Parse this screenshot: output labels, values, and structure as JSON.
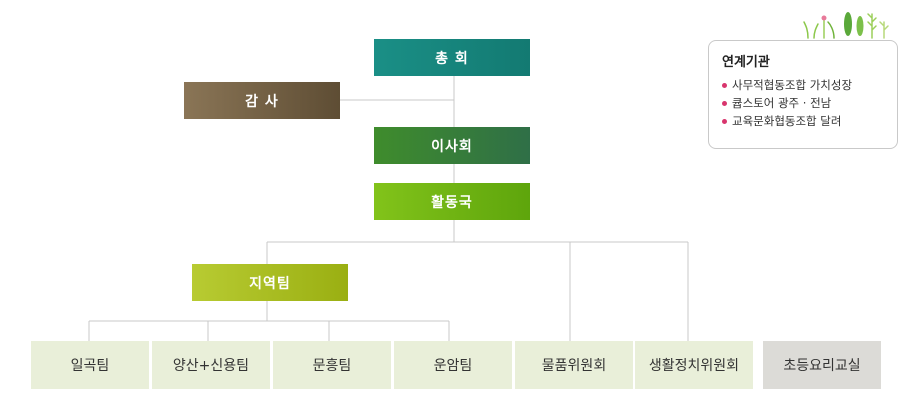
{
  "chart": {
    "general_assembly": "총 회",
    "audit": "감 사",
    "board": "이사회",
    "activity_dept": "활동국",
    "regional_team": "지역팀"
  },
  "teams": [
    {
      "label": "일곡팀"
    },
    {
      "label": "양산+신용팀"
    },
    {
      "label": "문흥팀"
    },
    {
      "label": "운암팀"
    },
    {
      "label": "물품위원회"
    },
    {
      "label": "생활정치위원회"
    },
    {
      "label": "초등요리교실"
    }
  ],
  "legend": {
    "title": "연계기관",
    "items": [
      "사무적협동조합 가치성장",
      "큡스토어 광주 · 전남",
      "교육문화협동조합 달려"
    ]
  },
  "colors": {
    "general_assembly": "#1a8f86",
    "audit": "#8a7556",
    "board": "#3f8c2c",
    "activity_dept": "#82c31a",
    "regional_team": "#b8cb32",
    "team_bg": "#e9efd9",
    "team_bg_gray": "#dcdbd7",
    "bullet": "#d8356d"
  }
}
